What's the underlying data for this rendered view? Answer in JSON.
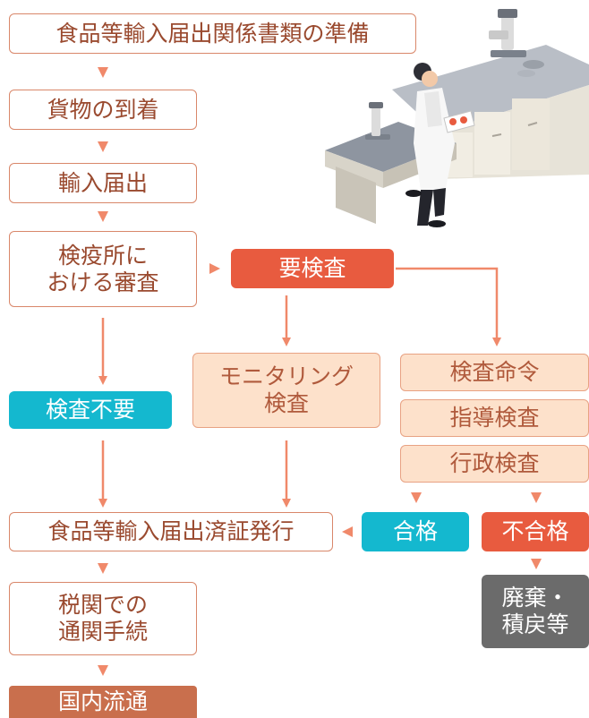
{
  "nodes": {
    "prep": "食品等輸入届出関係書類の準備",
    "arrival": "貨物の到着",
    "notification": "輸入届出",
    "quarantine_review": "検疫所に\nおける審査",
    "inspection_required": "要検査",
    "no_inspection": "検査不要",
    "monitoring": "モニタリング\n検査",
    "order_inspection": "検査命令",
    "guidance_inspection": "指導検査",
    "admin_inspection": "行政検査",
    "certificate": "食品等輸入届出済証発行",
    "pass": "合格",
    "fail": "不合格",
    "customs": "税関での\n通関手続",
    "disposal": "廃棄・\n積戻等",
    "domestic": "国内流通"
  },
  "colors": {
    "arrow": "#f0896a",
    "outline_border": "#d9876a",
    "peach_fill": "#fde1cb",
    "red": "#e85b3f",
    "teal": "#14b8cf",
    "gray": "#6b6b6b",
    "brown": "#c96f4d"
  },
  "illustration": "scientist-with-microscope-lab-illustration"
}
